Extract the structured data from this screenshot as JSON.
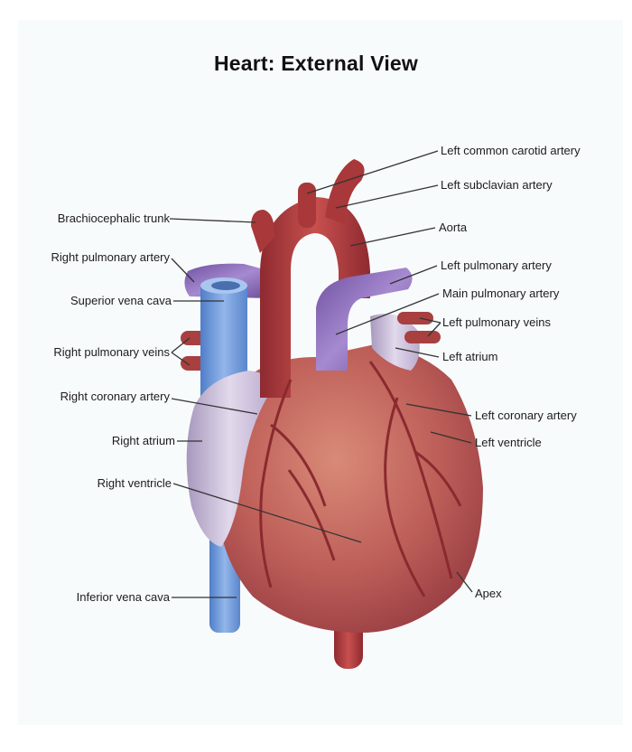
{
  "title": "Heart: External View",
  "labels_left": [
    {
      "id": "brachiocephalic-trunk",
      "text": "Brachiocephalic trunk"
    },
    {
      "id": "right-pulmonary-artery",
      "text": "Right pulmonary artery"
    },
    {
      "id": "superior-vena-cava",
      "text": "Superior vena cava"
    },
    {
      "id": "right-pulmonary-veins",
      "text": "Right pulmonary veins"
    },
    {
      "id": "right-coronary-artery",
      "text": "Right coronary artery"
    },
    {
      "id": "right-atrium",
      "text": "Right atrium"
    },
    {
      "id": "right-ventricle",
      "text": "Right ventricle"
    },
    {
      "id": "inferior-vena-cava",
      "text": "Inferior vena cava"
    }
  ],
  "labels_right": [
    {
      "id": "left-common-carotid-artery",
      "text": "Left common carotid artery"
    },
    {
      "id": "left-subclavian-artery",
      "text": "Left subclavian artery"
    },
    {
      "id": "aorta",
      "text": "Aorta"
    },
    {
      "id": "left-pulmonary-artery",
      "text": "Left pulmonary artery"
    },
    {
      "id": "main-pulmonary-artery",
      "text": "Main pulmonary artery"
    },
    {
      "id": "left-pulmonary-veins",
      "text": "Left pulmonary veins"
    },
    {
      "id": "left-atrium",
      "text": "Left atrium"
    },
    {
      "id": "left-coronary-artery",
      "text": "Left coronary artery"
    },
    {
      "id": "left-ventricle",
      "text": "Left ventricle"
    },
    {
      "id": "apex",
      "text": "Apex"
    }
  ],
  "colors": {
    "background": "#f8fbfb",
    "artery_red": "#a8383a",
    "muscle": "#c0605a",
    "vein_blue": "#6f9ad8",
    "pulmonary_purple": "#8a6cb8",
    "atrium_lavender": "#c8bdd6",
    "leader_line": "#333333"
  }
}
